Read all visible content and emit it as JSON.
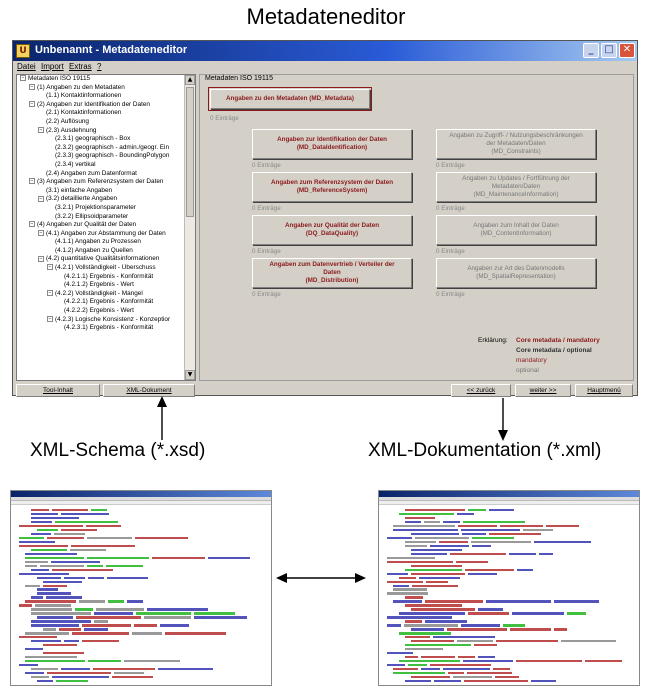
{
  "heading": "Metadateneditor",
  "window": {
    "title": "Unbenannt - Metadateneditor",
    "menu": [
      "Datei",
      "Import",
      "Extras",
      "?"
    ]
  },
  "tree": {
    "items": [
      {
        "label": "Metadaten ISO 19115",
        "level": 0,
        "toggle": "-"
      },
      {
        "label": "(1) Angaben zu den Metadaten",
        "level": 1,
        "toggle": "-"
      },
      {
        "label": "(1.1) Kontaktinformationen",
        "level": 2,
        "toggle": ""
      },
      {
        "label": "(2) Angaben zur Identifikation der Daten",
        "level": 1,
        "toggle": "-"
      },
      {
        "label": "(2.1) Kontaktinformationen",
        "level": 2,
        "toggle": ""
      },
      {
        "label": "(2.2) Auflösung",
        "level": 2,
        "toggle": ""
      },
      {
        "label": "(2.3) Ausdehnung",
        "level": 2,
        "toggle": "-"
      },
      {
        "label": "(2.3.1) geographisch - Box",
        "level": 3,
        "toggle": ""
      },
      {
        "label": "(2.3.2) geographisch - admin./geogr. Ein",
        "level": 3,
        "toggle": ""
      },
      {
        "label": "(2.3.3) geographisch - BoundingPolygon",
        "level": 3,
        "toggle": ""
      },
      {
        "label": "(2.3.4) vertikal",
        "level": 3,
        "toggle": ""
      },
      {
        "label": "(2.4) Angaben zum Datenformat",
        "level": 2,
        "toggle": ""
      },
      {
        "label": "(3) Angaben zum Referenzsystem der Daten",
        "level": 1,
        "toggle": "-"
      },
      {
        "label": "(3.1) einfache Angaben",
        "level": 2,
        "toggle": ""
      },
      {
        "label": "(3.2) detaillierte Angaben",
        "level": 2,
        "toggle": "-"
      },
      {
        "label": "(3.2.1) Projektionsparameter",
        "level": 3,
        "toggle": ""
      },
      {
        "label": "(3.2.2) Ellipsoidparameter",
        "level": 3,
        "toggle": ""
      },
      {
        "label": "(4) Angaben zur Qualität der Daten",
        "level": 1,
        "toggle": "-"
      },
      {
        "label": "(4.1) Angaben zur Abstammung der Daten",
        "level": 2,
        "toggle": "-"
      },
      {
        "label": "(4.1.1) Angaben zu Prozessen",
        "level": 3,
        "toggle": ""
      },
      {
        "label": "(4.1.2) Angaben zu Quellen",
        "level": 3,
        "toggle": ""
      },
      {
        "label": "(4.2) quantitative Qualitätsinformationen",
        "level": 2,
        "toggle": "-"
      },
      {
        "label": "(4.2.1) Vollständigkeit - Überschuss",
        "level": 3,
        "toggle": "-"
      },
      {
        "label": "(4.2.1.1) Ergebnis - Konformität",
        "level": 4,
        "toggle": ""
      },
      {
        "label": "(4.2.1.2) Ergebnis - Wert",
        "level": 4,
        "toggle": ""
      },
      {
        "label": "(4.2.2) Vollständigkeit - Mangel",
        "level": 3,
        "toggle": "-"
      },
      {
        "label": "(4.2.2.1) Ergebnis - Konformität",
        "level": 4,
        "toggle": ""
      },
      {
        "label": "(4.2.2.2) Ergebnis - Wert",
        "level": 4,
        "toggle": ""
      },
      {
        "label": "(4.2.3) Logische Konsistenz - Konzeptior",
        "level": 3,
        "toggle": "-"
      },
      {
        "label": "(4.2.3.1) Ergebnis - Konformität",
        "level": 4,
        "toggle": ""
      }
    ]
  },
  "main": {
    "group_label": "Metadaten ISO 19115",
    "md_metadata": {
      "line1": "Angaben zu den Metadaten (MD_Metadata)",
      "count": "0 Einträge"
    },
    "left_buttons": [
      {
        "line1": "Angaben zur Identifikation der Daten",
        "line2": "(MD_DataIdentification)",
        "line3": "",
        "count": "0 Einträge"
      },
      {
        "line1": "Angaben zum Referenzsystem der Daten",
        "line2": "(MD_ReferenceSystem)",
        "line3": "",
        "count": "0 Einträge"
      },
      {
        "line1": "Angaben zur Qualität der Daten",
        "line2": "(DQ_DataQuality)",
        "line3": "",
        "count": "0 Einträge"
      },
      {
        "line1": "Angaben zum Datenvertrieb / Verteiler der",
        "line2": "Daten",
        "line3": "(MD_Distribution)",
        "count": "0 Einträge"
      }
    ],
    "right_buttons": [
      {
        "line1": "Angaben zu Zugriff- / Nutzungsbeschränkungen",
        "line2": "der Metadaten/Daten",
        "line3": "(MD_Constraints)",
        "count": "0 Einträge"
      },
      {
        "line1": "Angaben zu Updates / Fortführung der",
        "line2": "Metadaten/Daten",
        "line3": "(MD_MaintenanceInformation)",
        "count": "0 Einträge"
      },
      {
        "line1": "Angaben zum Inhalt der Daten",
        "line2": "(MD_ContentInformation)",
        "line3": "",
        "count": "0 Einträge"
      },
      {
        "line1": "Angaben zur Art des Datenmodells",
        "line2": "(MD_SpatialRepresentation)",
        "line3": "",
        "count": "0 Einträge"
      }
    ],
    "legend": {
      "label": "Erklärung:",
      "core_mandatory": "Core metadata / mandatory",
      "core_optional": "Core metadata / optional",
      "mandatory": "mandatory",
      "optional": "optional"
    },
    "colors": {
      "core": "#8b1a1a",
      "optional_core": "#333333",
      "mandatory": "#8b1a1a",
      "optional": "#777777"
    }
  },
  "bottom": {
    "tool_inhalt": "Tool-Inhalt",
    "xml_dokument": "XML-Dokument",
    "zurueck": "<< zurück",
    "weiter": "weiter >>",
    "hauptmenue": "Hauptmenü"
  },
  "captions": {
    "schema": "XML-Schema (*.xsd)",
    "doku": "XML-Dokumentation (*.xml)"
  }
}
